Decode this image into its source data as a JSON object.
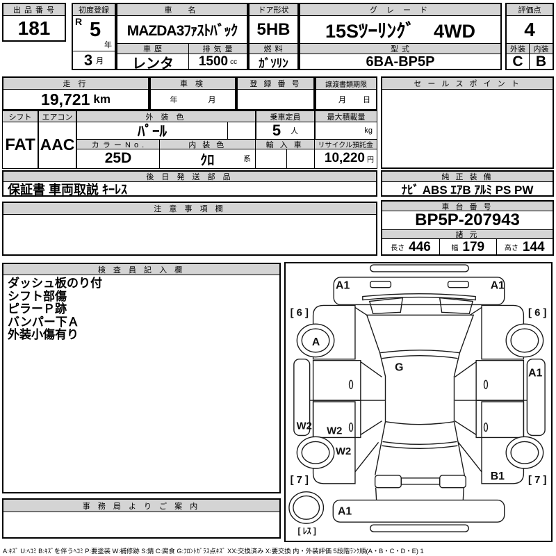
{
  "header": {
    "auction_no_label": "出 品 番 号",
    "auction_no": "181",
    "first_reg_label": "初度登録",
    "era": "R",
    "reg_year": "5",
    "year_suffix": "年",
    "reg_month": "3",
    "month_suffix": "月",
    "car_name_label": "車　名",
    "car_name": "MAZDA3ﾌｧｽﾄﾊﾞｯｸ",
    "history_label": "車 歴",
    "history": "レンタ",
    "displacement_label": "排 気 量",
    "displacement": "1500",
    "displacement_unit": "cc",
    "door_label": "ドア形状",
    "door": "5HB",
    "fuel_label": "燃 料",
    "fuel": "ｶﾞｿﾘﾝ",
    "grade_label": "グ レ ー ド",
    "grade": "15Sﾂｰﾘﾝｸﾞ　4WD",
    "model_label": "型 式",
    "model": "6BA-BP5P",
    "score_label": "評価点",
    "score": "4",
    "ext_label": "外装",
    "ext": "C",
    "int_label": "内装",
    "int": "B"
  },
  "row2": {
    "mileage_label": "走 行",
    "mileage": "19,721",
    "mileage_unit": "km",
    "shaken_label": "車 検",
    "shaken_year": "年",
    "shaken_month": "月",
    "regno_label": "登 録 番 号",
    "transfer_label": "譲渡書類期限",
    "transfer_month": "月",
    "transfer_day": "日",
    "sales_label": "セ ー ル ス ポ イ ン ト"
  },
  "row3": {
    "shift_label": "シフト",
    "shift": "FAT",
    "ac_label": "エアコン",
    "ac": "AAC",
    "extcolor_label": "外 装 色",
    "extcolor": "ﾊﾟｰﾙ",
    "capacity_label": "乗車定員",
    "capacity": "5",
    "capacity_unit": "人",
    "maxload_label": "最大積載量",
    "maxload_unit": "kg",
    "colorno_label": "カ ラ ー N o .",
    "colorno": "25D",
    "intcolor_label": "内 装 色",
    "intcolor": "ｸﾛ",
    "intcolor_suffix": "系",
    "import_label": "輸 入 車",
    "recycle_label": "リサイクル預託金",
    "recycle": "10,220",
    "recycle_unit": "円"
  },
  "row4": {
    "parts_label": "後 日 発 送 部 品",
    "parts": "保証書 車両取説 ｷｰﾚｽ",
    "equip_label": "純 正 装 備",
    "equip": "ﾅﾋﾞ ABS ｴｱB ｱﾙﾐ PS PW"
  },
  "row5": {
    "notice_label": "注 意 事 項 欄",
    "chassis_label": "車 台 番 号",
    "chassis": "BP5P-207943",
    "spec_label": "諸 元",
    "length_label": "長さ",
    "length": "446",
    "width_label": "幅",
    "width": "179",
    "height_label": "高さ",
    "height": "144"
  },
  "inspector": {
    "label": "検 査 員 記 入 欄",
    "notes": [
      "ダッシュ板のり付",
      "シフト部傷",
      "ピラーＰ跡",
      "バンパー下Ａ",
      "外装小傷有り"
    ]
  },
  "office_label": "事 務 局 よ り ご 案 内",
  "diagram": {
    "front_left": "A1",
    "front_right": "A1",
    "tread_front_left": "[ 6 ]",
    "tread_front_right": "[ 6 ]",
    "wheel_front_left": "A",
    "windshield": "G",
    "side_right": "A1",
    "rocker_left": "W2",
    "door_left_1": "W2",
    "door_left_2": "W2",
    "quarter_right": "B1",
    "tread_rear_left": "[ 7 ]",
    "tread_rear_right": "[ 7 ]",
    "rear_bumper": "A1",
    "spare": "[ ﾚｽ ]"
  },
  "legend": "A:ｷｽﾞ U:ﾍｺﾐ B:ｷｽﾞを伴うﾍｺﾐ P:要塗装 W:補修跡 S:錆 C:腐食 G:ﾌﾛﾝﾄｶﾞﾗｽ点ｷｽﾞ XX:交換済み X:要交換  内・外装評価  5段階ﾗﾝｸ順(A・B・C・D・E) 1"
}
